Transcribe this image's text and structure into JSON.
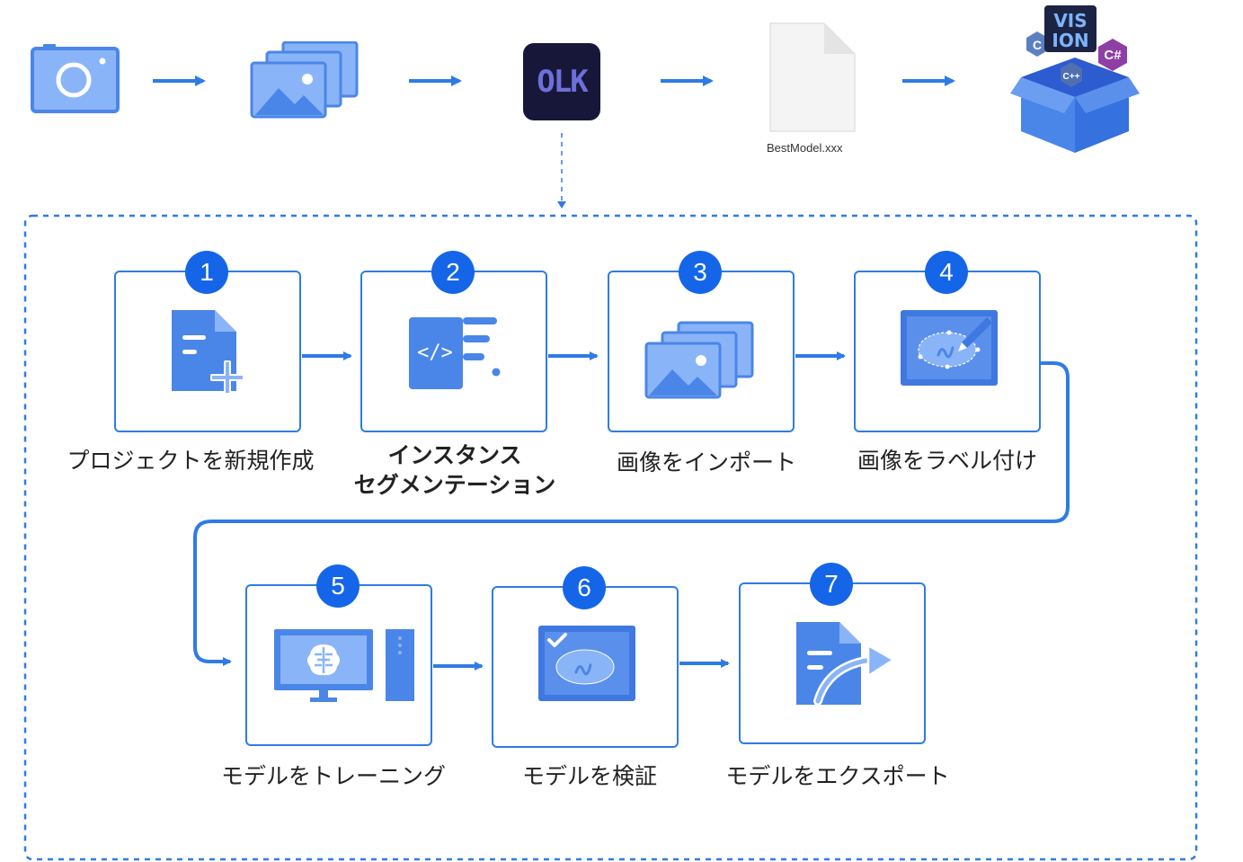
{
  "pipeline": {
    "app_logo": "OLK",
    "model_file": "BestModel.xxx"
  },
  "steps": [
    {
      "number": "1",
      "label": "プロジェクトを新規作成",
      "icon": "new-document-icon"
    },
    {
      "number": "2",
      "label_lines": [
        "インスタンス",
        "セグメンテーション"
      ],
      "icon": "code-icon"
    },
    {
      "number": "3",
      "label": "画像をインポート",
      "icon": "images-stack-icon"
    },
    {
      "number": "4",
      "label": "画像をラベル付け",
      "icon": "label-image-icon"
    },
    {
      "number": "5",
      "label": "モデルをトレーニング",
      "icon": "training-computer-icon"
    },
    {
      "number": "6",
      "label": "モデルを検証",
      "icon": "validate-model-icon"
    },
    {
      "number": "7",
      "label": "モデルをエクスポート",
      "icon": "export-document-icon"
    }
  ],
  "sdk_box": {
    "badges": [
      "VIS",
      "ION",
      "C",
      "C#",
      "C++"
    ]
  },
  "colors": {
    "accent": "#2F7BE6",
    "badge": "#1565E8",
    "icon_primary": "#4A86E8",
    "icon_light": "#8AB4F8",
    "logo_bg": "#17173A"
  }
}
